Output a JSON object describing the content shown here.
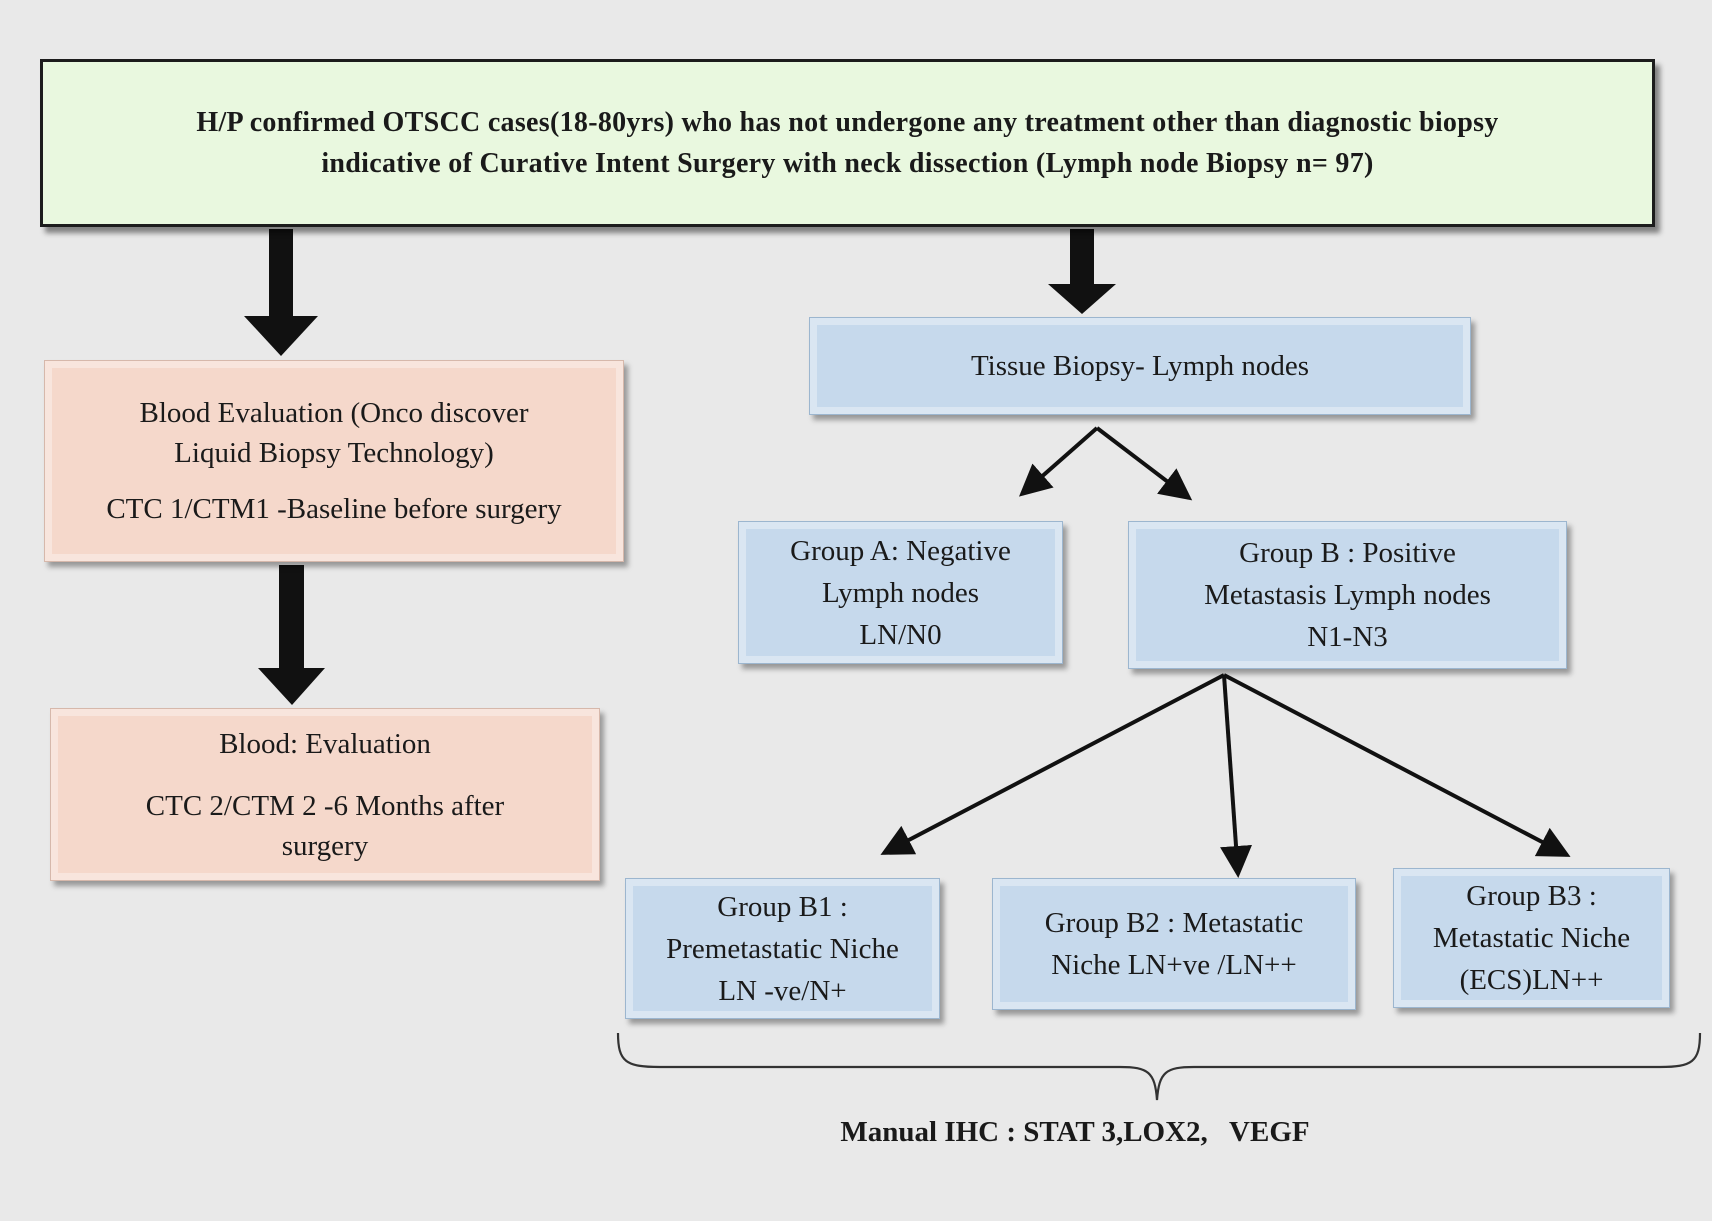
{
  "top": {
    "lines": [
      "H/P confirmed OTSCC cases(18-80yrs) who has not undergone any treatment other than diagnostic biopsy",
      "indicative of Curative Intent Surgery with neck dissection (Lymph node Biopsy n= 97)"
    ]
  },
  "blood1": {
    "lines": [
      "Blood Evaluation (Onco discover",
      "Liquid Biopsy  Technology)"
    ],
    "sub": "CTC 1/CTM1   -Baseline before surgery"
  },
  "blood2": {
    "title": "Blood: Evaluation",
    "lines": [
      "CTC 2/CTM 2 -6 Months after",
      "surgery"
    ]
  },
  "tissue": {
    "label": "Tissue Biopsy-  Lymph nodes"
  },
  "groupA": {
    "lines": [
      "Group A: Negative",
      "Lymph nodes",
      "LN/N0"
    ]
  },
  "groupB": {
    "lines": [
      "Group B  : Positive",
      "Metastasis Lymph nodes",
      "N1-N3"
    ]
  },
  "groupB1": {
    "lines": [
      "Group B1  :",
      "Premetastatic Niche",
      "LN  -ve/N+"
    ]
  },
  "groupB2": {
    "lines": [
      "Group B2  :   Metastatic",
      "Niche   LN+ve  /LN++"
    ]
  },
  "groupB3": {
    "lines": [
      "Group B3  :",
      "Metastatic Niche",
      "(ECS)LN++"
    ]
  },
  "footer": {
    "label": "Manual IHC : STAT 3,LOX2,   VEGF"
  }
}
